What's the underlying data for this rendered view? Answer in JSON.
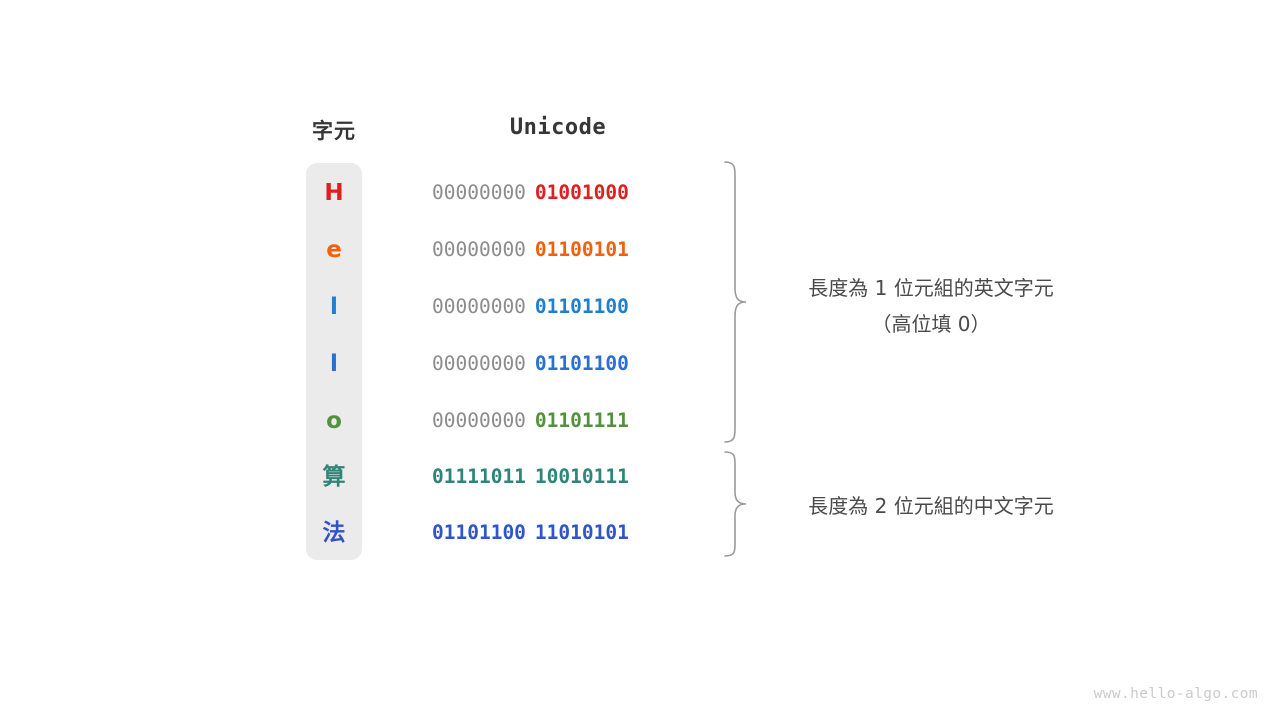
{
  "background_color": "#ffffff",
  "headers": {
    "character": "字元",
    "unicode": "Unicode"
  },
  "panel": {
    "background_color": "#ebebeb"
  },
  "rows": [
    {
      "char": "H",
      "color": "#e02020",
      "high_byte": "00000000",
      "low_byte": "01001000",
      "high_byte_colored": false,
      "group": "english"
    },
    {
      "char": "e",
      "color": "#f2600c",
      "high_byte": "00000000",
      "low_byte": "01100101",
      "high_byte_colored": false,
      "group": "english"
    },
    {
      "char": "l",
      "color": "#2080d0",
      "high_byte": "00000000",
      "low_byte": "01101100",
      "high_byte_colored": false,
      "group": "english"
    },
    {
      "char": "l",
      "color": "#2b6fd0",
      "high_byte": "00000000",
      "low_byte": "01101100",
      "high_byte_colored": false,
      "group": "english"
    },
    {
      "char": "o",
      "color": "#53903f",
      "high_byte": "00000000",
      "low_byte": "01101111",
      "high_byte_colored": false,
      "group": "english"
    },
    {
      "char": "算",
      "color": "#2f8577",
      "high_byte": "01111011",
      "low_byte": "10010111",
      "high_byte_colored": true,
      "group": "chinese"
    },
    {
      "char": "法",
      "color": "#2f55c8",
      "high_byte": "01101100",
      "low_byte": "11010101",
      "high_byte_colored": true,
      "group": "chinese"
    }
  ],
  "high_byte_gray": "#8c8c8c",
  "annotations": [
    {
      "line1": "長度為 1 位元組的英文字元",
      "line2": "（高位填 0）"
    },
    {
      "line1": "長度為 2 位元組的中文字元",
      "line2": ""
    }
  ],
  "brace_color": "#9a9a9a",
  "watermark": "www.hello-algo.com"
}
